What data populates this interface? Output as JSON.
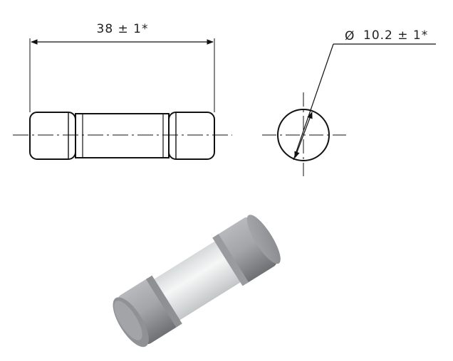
{
  "length_dimension": {
    "text": "38 ± 1*"
  },
  "diameter_dimension": {
    "symbol": "Ø",
    "text": "10.2 ± 1*"
  },
  "colors": {
    "line": "#111111",
    "cap_light": "#a9aaad",
    "cap_dark": "#76777b",
    "body_light": "#f2f4f4",
    "body_dark": "#c9cccd"
  }
}
